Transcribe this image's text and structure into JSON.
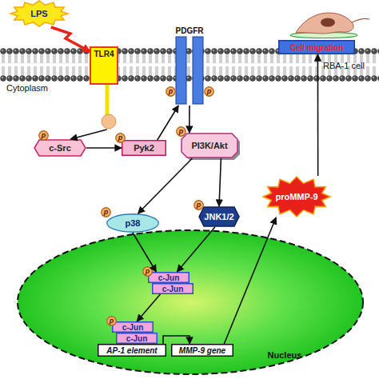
{
  "diagram": {
    "nodes": [
      {
        "text": [
          "LPS"
        ]
      },
      {
        "text": [
          "TLR4"
        ]
      },
      {
        "text": [
          "PDGFR"
        ]
      },
      {
        "text": [
          "Cell migration"
        ]
      },
      {
        "text": [
          "c-Src"
        ]
      },
      {
        "text": [
          "Pyk2"
        ]
      },
      {
        "text": [
          "PI3K/Akt"
        ]
      },
      {
        "text": [
          "p38"
        ]
      },
      {
        "text": [
          "JNK1/2"
        ]
      },
      {
        "text": [
          "proMMP-9"
        ]
      },
      {
        "text": [
          "Nucleus"
        ]
      },
      {
        "text": [
          "c-Jun"
        ],
        "in": 10
      },
      {
        "text": [
          "c-Jun"
        ],
        "in": 10
      },
      {
        "text": [
          "c-Jun"
        ],
        "in": 10
      },
      {
        "text": [
          "c-Jun"
        ],
        "in": 10
      },
      {
        "text": [
          "AP-1 element"
        ],
        "in": 10
      },
      {
        "text": [
          "MMP-9 gene"
        ],
        "in": 10
      },
      {
        "text": [
          "p"
        ]
      },
      {
        "text": [
          "p"
        ]
      },
      {
        "text": [
          "p"
        ]
      },
      {
        "text": [
          "p"
        ]
      },
      {
        "text": [
          "p"
        ]
      },
      {
        "text": [
          "p"
        ]
      },
      {
        "text": [
          "p"
        ]
      },
      {
        "text": [
          "p"
        ],
        "in": 10
      },
      {
        "text": [
          "p"
        ],
        "in": 10
      }
    ],
    "edges": [
      {
        "from": 0,
        "to": 1,
        "arrow": "to"
      },
      {
        "from": 1,
        "to": 4,
        "arrow": "to"
      },
      {
        "from": 4,
        "to": 5,
        "arrow": "to"
      },
      {
        "from": 5,
        "to": 2,
        "arrow": "to"
      },
      {
        "from": 2,
        "to": 6,
        "arrow": "to"
      },
      {
        "from": 6,
        "to": 7,
        "arrow": "to"
      },
      {
        "from": 6,
        "to": 8,
        "arrow": "to"
      },
      {
        "from": 7,
        "to": 11,
        "arrow": "to"
      },
      {
        "from": 8,
        "to": 11,
        "arrow": "to"
      },
      {
        "from": 12,
        "to": 13,
        "arrow": "to"
      },
      {
        "from": 15,
        "to": 16,
        "arrow": "to"
      },
      {
        "from": 16,
        "to": 9,
        "arrow": "to"
      },
      {
        "from": 9,
        "to": 3,
        "arrow": "to"
      }
    ],
    "labels": [
      "Cytoplasm",
      "RBA-1 cell"
    ]
  }
}
